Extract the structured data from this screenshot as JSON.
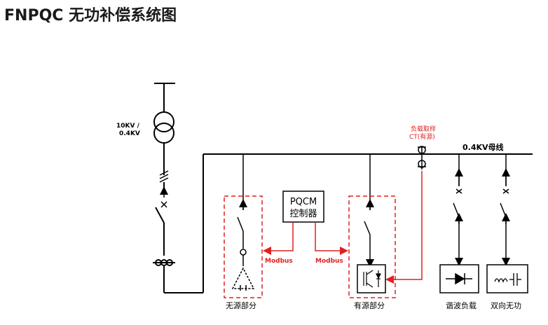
{
  "title": "FNPQC 无功补偿系统图",
  "transformer": {
    "primary": "10KV /",
    "secondary": "0.4KV"
  },
  "busbar_label": "0.4KV母线",
  "ct": {
    "line1": "负载取样",
    "line2": "CT(有源)"
  },
  "controller": {
    "line1": "PQCM",
    "line2": "控制器"
  },
  "modbus_left": "Modbus",
  "modbus_right": "Modbus",
  "passive_label": "无源部分",
  "active_label": "有源部分",
  "harmonic_label": "谐波负载",
  "bidirectional_label": "双向无功",
  "colors": {
    "line": "#000000",
    "accent": "#e02020"
  }
}
